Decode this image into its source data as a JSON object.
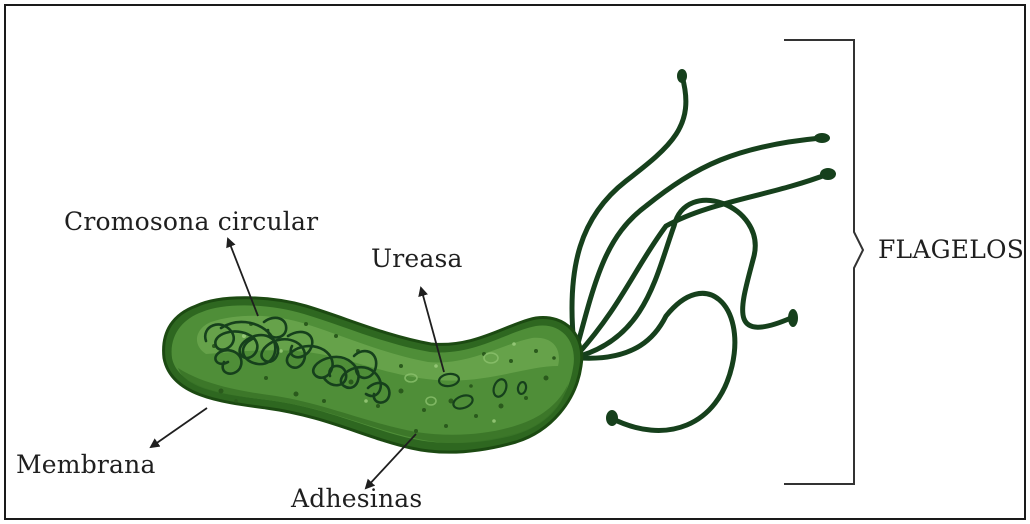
{
  "labels": {
    "cromosoma": "Cromosona circular",
    "ureasa": "Ureasa",
    "membrana": "Membrana",
    "adhesinas": "Adhesinas",
    "flagelos": "FLAGELOS"
  },
  "colors": {
    "membrane_outline": "#1c4a12",
    "membrane_fill": "#3d7d2a",
    "cytoplasm_fill": "#5c9a42",
    "cytoplasm_highlight": "#79b25c",
    "flagella": "#16401c",
    "arrow": "#1f1f1f",
    "bracket": "#333333"
  }
}
